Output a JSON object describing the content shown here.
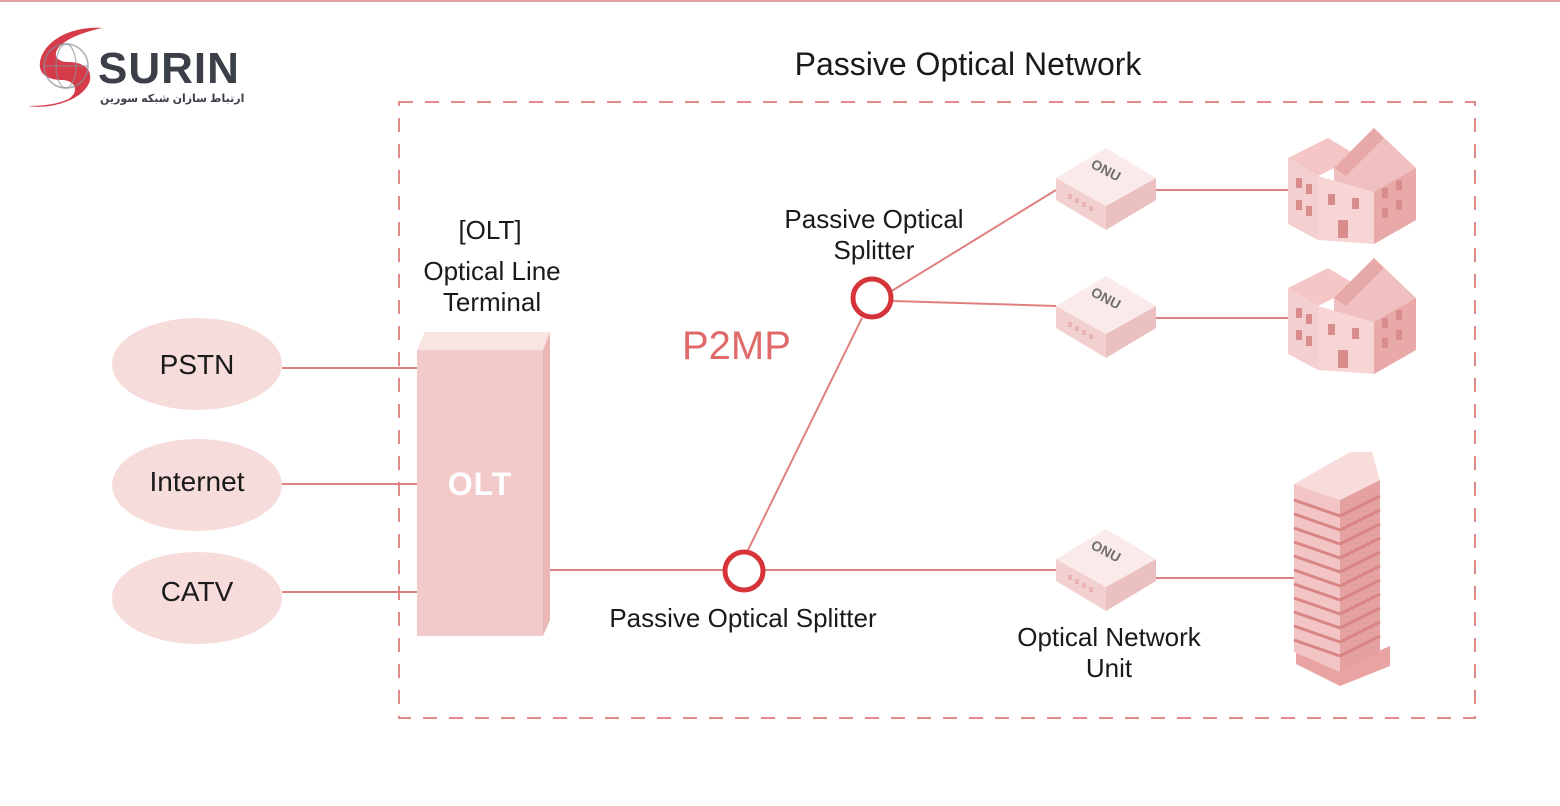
{
  "logo": {
    "word": "SURIN",
    "subtitle": "ارتباط سازان شبکه سورین"
  },
  "diagram": {
    "title": "Passive Optical Network",
    "p2mp": "P2MP",
    "olt_tag": "[OLT]",
    "olt_name": "Optical Line Terminal",
    "olt_box": "OLT",
    "sources": [
      "PSTN",
      "Internet",
      "CATV"
    ],
    "splitter_top": "Passive Optical Splitter",
    "splitter_bottom": "Passive Optical Splitter",
    "onu_box": "ONU",
    "onu_name": "Optical Network Unit"
  },
  "colors": {
    "accent": "#d45c5c",
    "line": "#e08080",
    "dash": "#e08a8a",
    "pink_fill": "#f7dcdc",
    "olt_fill": "#f3caca",
    "logo_red": "#d63b4a",
    "logo_gray": "#3b4048"
  }
}
